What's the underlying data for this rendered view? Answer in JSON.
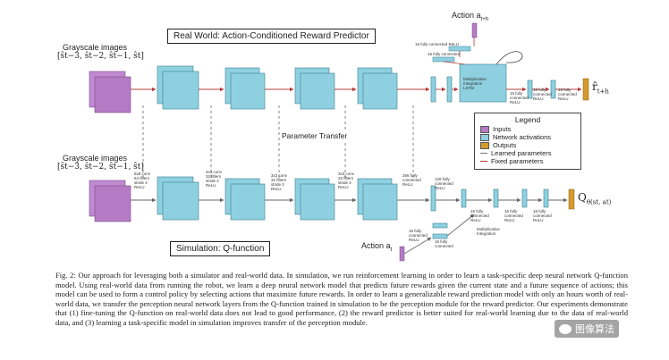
{
  "figure": {
    "top_title": "Real World: Action-Conditioned Reward Predictor",
    "bottom_title": "Simulation: Q-function",
    "param_transfer": "Parameter Transfer",
    "grayscale_top": "Grayscale images",
    "grayscale_top_math": "[ŝt−3, ŝt−2, ŝt−1, ŝt]",
    "grayscale_bottom": "Grayscale images",
    "grayscale_bottom_math": "[ŝt−3, ŝt−2, ŝt−1, ŝt]",
    "action_top": "Action a",
    "action_top_sub": "t+h",
    "action_bottom": "Action a",
    "action_bottom_sub": "t",
    "output_top": "r̂",
    "output_top_sub": "t+h",
    "output_bottom": "Q",
    "output_bottom_sub": "θ(st, at)",
    "layer_labels": {
      "conv1": "8x8 conv\n64 filters\nstride 4\nReLU",
      "conv2": "4x4 conv\n32 filters\nstride 2\nReLU",
      "conv3": "3x3 conv\n32 filters\nstride 2\nReLU",
      "conv4": "3x3 conv\n32 filters\nstride 2\nReLU",
      "fc256": "256 fully\nconnected\nReLU",
      "fc128": "128 fully\nconnected\nReLU",
      "fc16a": "16 fully\nconnected\nReLU",
      "fc16b": "16 fully\nconnected\nReLU",
      "fc16c": "16 fully\nconnected\nReLU",
      "act16_top1": "16 fully connected ReLU",
      "act16_top2": "16 fully connected",
      "lstm": "Multiplicative\nIntegration\nLSTM",
      "top_fc1": "16 fully\nconnected\nReLU",
      "top_fc2": "16 fully\nconnected\nReLU",
      "top_fc3": "16 fully\nconnected\nReLU",
      "act16_bot1": "16 fully\nconnected\nReLU",
      "act16_bot2": "16 fully\nconnected",
      "mult_int": "Multiplicative\nIntegration"
    },
    "legend": {
      "title": "Legend",
      "items": [
        "Inputs",
        "Network activations",
        "Outputs",
        "Learned parameters",
        "Fixed parameters"
      ]
    },
    "colors": {
      "inputs": "#b57bc4",
      "activations": "#8fd0e0",
      "outputs": "#d49a2e",
      "fixed": "#b43c3c",
      "learned": "#777777"
    }
  },
  "caption": "Fig. 2: Our approach for leveraging both a simulator and real-world data. In simulation, we run reinforcement learning in order to learn a task-specific deep neural network Q-function model. Using real-world data from running the robot, we learn a deep neural network model that predicts future rewards given the current state and a future sequence of actions; this model can be used to form a control policy by selecting actions that maximize future rewards. In order to learn a generalizable reward prediction model with only an hours worth of real-world data, we transfer the perception neural network layers from the Q-function trained in simulation to be the perception module for the reward predictor. Our experiments demonstrate that (1) fine-tuning the Q-function on real-world data does not lead to good performance, (2) the reward predictor is better suited for real-world learning due to the data of real-world data, and (3) learning a task-specific model in simulation improves transfer of the perception module.",
  "watermark": "图像算法"
}
